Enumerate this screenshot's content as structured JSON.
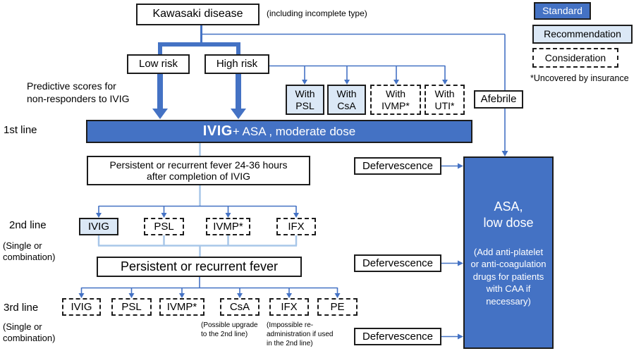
{
  "colors": {
    "primary_blue": "#4472c4",
    "light_blue_fill": "#dbe8f6",
    "light_line_blue": "#a8c7e9",
    "border_black": "#1c1c1c"
  },
  "header": {
    "title": "Kawasaki disease",
    "subtitle": "(including incomplete type)"
  },
  "legend": {
    "standard": "Standard",
    "recommendation": "Recommendation",
    "consideration": "Consideration",
    "footnote": "*Uncovered by insurance"
  },
  "left_labels": {
    "predictive": "Predictive scores for\nnon-responders to IVIG",
    "first_line": "1st line",
    "second_line": "2nd line",
    "second_line_sub": "(Single or\ncombination)",
    "third_line": "3rd line",
    "third_line_sub": "(Single or\ncombination)"
  },
  "risk_boxes": {
    "low": "Low risk",
    "high": "High risk"
  },
  "adjunct_boxes": [
    {
      "label": "With\nPSL",
      "style": "recommendation"
    },
    {
      "label": "With\nCsA",
      "style": "recommendation"
    },
    {
      "label": "With\nIVMP*",
      "style": "consideration"
    },
    {
      "label": "With\nUTI*",
      "style": "consideration"
    }
  ],
  "afebrile": "Afebrile",
  "first_line_bar": {
    "strong": "IVIG",
    "rest": " + ASA , moderate dose"
  },
  "fever_box_1": "Persistent or recurrent fever 24-36 hours\nafter completion of IVIG",
  "second_line_boxes": [
    {
      "label": "IVIG",
      "style": "recommendation"
    },
    {
      "label": "PSL",
      "style": "consideration"
    },
    {
      "label": "IVMP*",
      "style": "consideration"
    },
    {
      "label": "IFX",
      "style": "consideration"
    }
  ],
  "fever_box_2": "Persistent or recurrent fever",
  "third_line_boxes": [
    {
      "label": "IVIG"
    },
    {
      "label": "PSL"
    },
    {
      "label": "IVMP*"
    },
    {
      "label": "CsA",
      "note": "(Possible upgrade\nto the 2nd line)"
    },
    {
      "label": "IFX",
      "note": "(Impossible re-\nadministration if used\nin the 2nd line)"
    },
    {
      "label": "PE"
    }
  ],
  "defervescence": {
    "first": "Defervescence",
    "second": "Defervescence",
    "third": "Defervescence"
  },
  "asa_box": {
    "title": "ASA,\nlow dose",
    "note": "(Add anti-platelet\nor anti-coagulation\ndrugs for patients\nwith CAA if\nnecessary)"
  }
}
